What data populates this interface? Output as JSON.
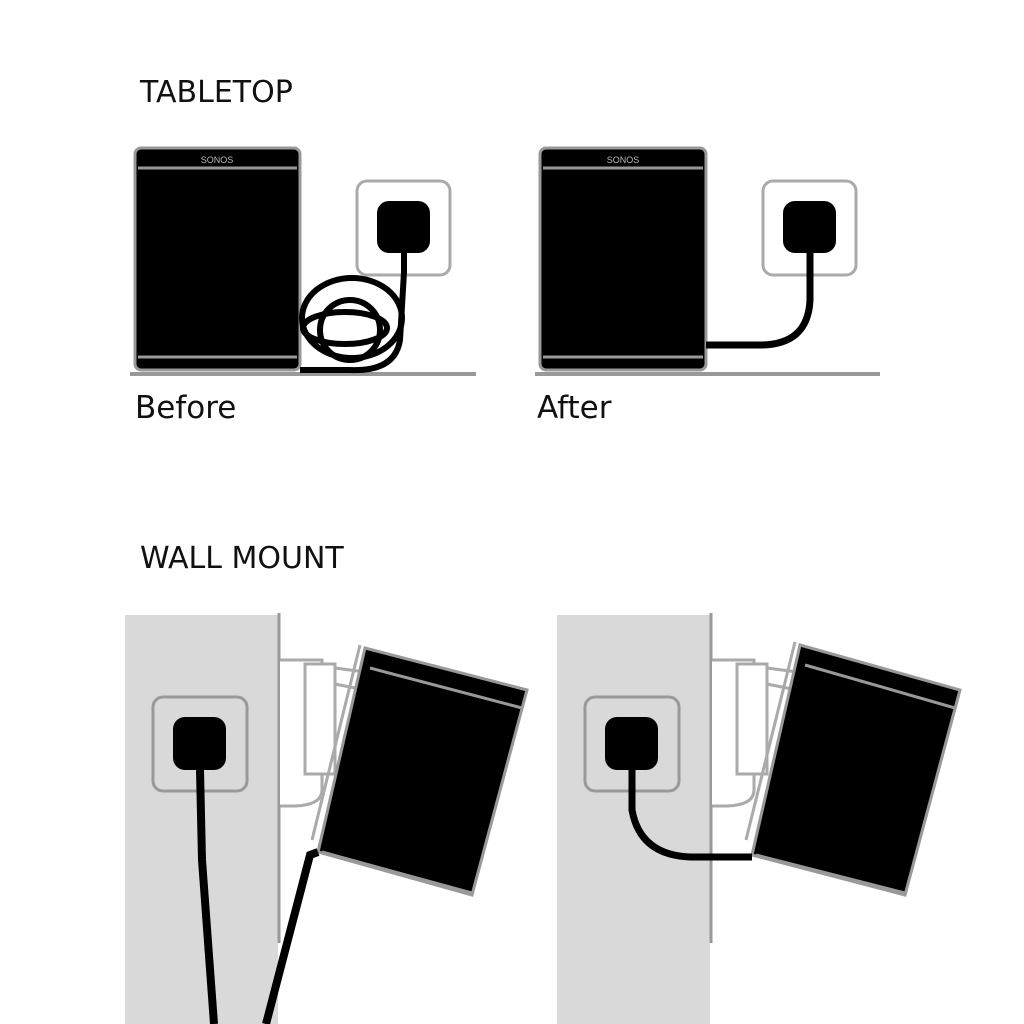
{
  "sections": {
    "tabletop": {
      "title": "TABLETOP",
      "before_label": "Before",
      "after_label": "After"
    },
    "wall_mount": {
      "title": "WALL MOUNT"
    }
  },
  "speaker_brand": "SONOS",
  "colors": {
    "speaker": "#000000",
    "outline": "#9a9a9a",
    "wall": "#d9d9d9",
    "text": "#111111"
  }
}
